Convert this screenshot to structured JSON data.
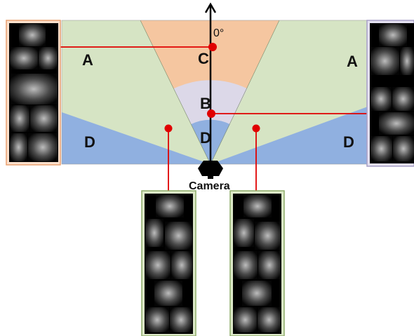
{
  "colors": {
    "region_A": "#d6e4c4",
    "region_B": "#dcd8e8",
    "region_C": "#f5c6a0",
    "region_D": "#90b0e0",
    "panel_left_border": "#e9a070",
    "panel_left_bg": "#fbe0cc",
    "panel_right_border": "#a8a0c8",
    "panel_right_bg": "#e4e0f0",
    "panel_bottom_border": "#8fae6b",
    "panel_bottom_bg": "#dce8c8",
    "marker": "#e00000",
    "axis": "#000000"
  },
  "labels": {
    "zone_a_left": "A",
    "zone_a_right": "A",
    "zone_b": "B",
    "zone_c": "C",
    "zone_d_center": "D",
    "zone_d_left": "D",
    "zone_d_right": "D",
    "angle": "0°",
    "camera": "Camera"
  },
  "icons": {
    "camera": "camera-icon",
    "axis": "up-arrow-axis",
    "sample_point": "red-dot-marker"
  }
}
